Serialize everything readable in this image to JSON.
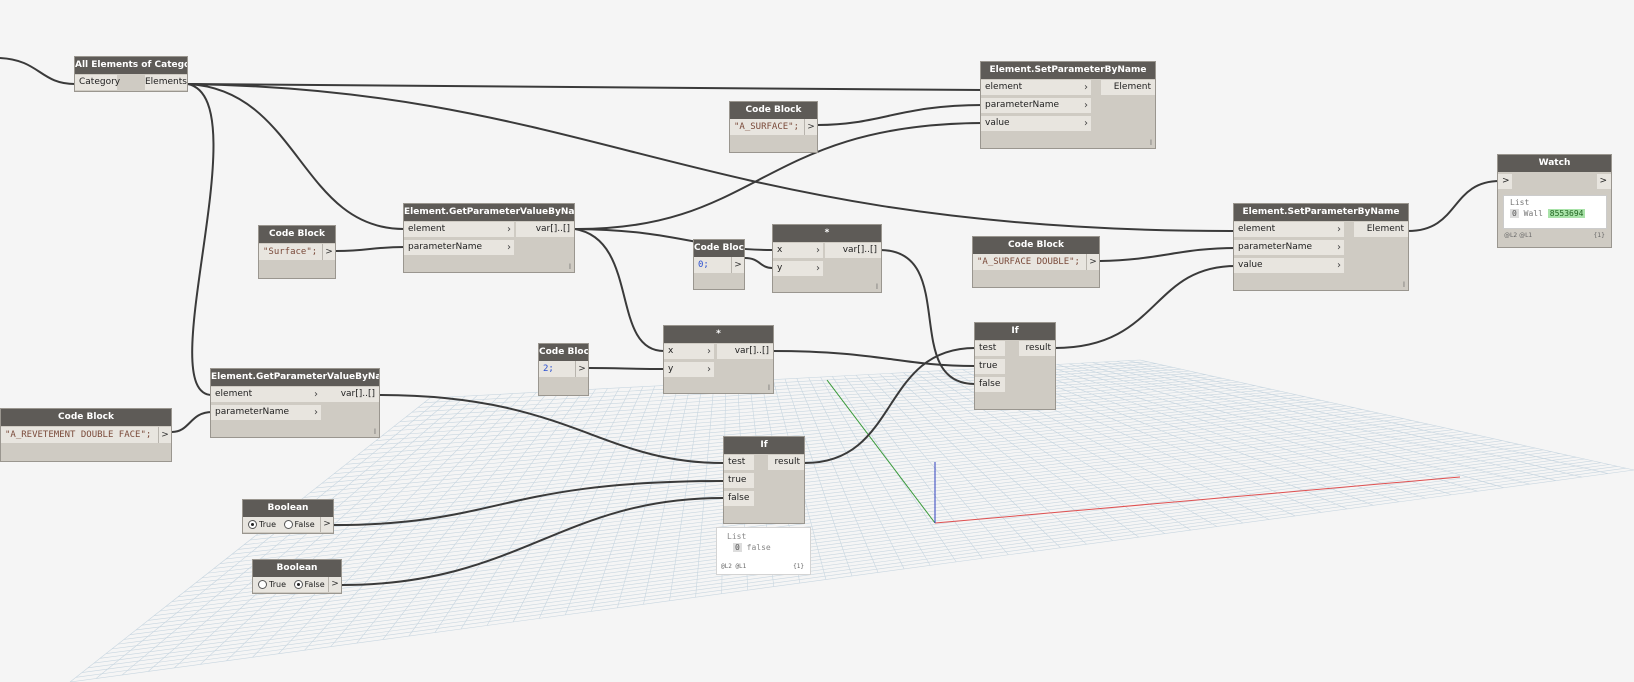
{
  "colors": {
    "canvas": "#f5f5f5",
    "node_header": "#5e5b57",
    "node_body": "#cfcbc3",
    "port": "#e8e5df",
    "wire": "#333333",
    "grid": "#c8d6e0",
    "axis_x": "#e05050",
    "axis_y": "#3a9a3a",
    "axis_z": "#3040c0",
    "element_id": "#a9e3a9"
  },
  "nodes": {
    "all_elements": {
      "title": "All Elements of Category",
      "in_category": "Category",
      "out_elements": "Elements"
    },
    "set_param_top": {
      "title": "Element.SetParameterByName",
      "in_element": "element",
      "in_paramname": "parameterName",
      "in_value": "value",
      "out": "Element",
      "lace": "l"
    },
    "code_surface": {
      "title": "Code Block",
      "code": "\"A_SURFACE\";",
      "out": ">"
    },
    "get_param_surface": {
      "title": "Element.GetParameterValueByName",
      "in_element": "element",
      "in_paramname": "parameterName",
      "out": "var[]..[]",
      "lace": "l"
    },
    "code_surface_name": {
      "title": "Code Block",
      "code": "\"Surface\";",
      "out": ">"
    },
    "code_zero": {
      "title": "Code Block",
      "code": "0;",
      "out": ">"
    },
    "multiply_top": {
      "title": "*",
      "in_x": "x",
      "in_y": "y",
      "out": "var[]..[]",
      "lace": "l"
    },
    "code_surface_double": {
      "title": "Code Block",
      "code": "\"A_SURFACE DOUBLE\";",
      "out": ">"
    },
    "set_param_right": {
      "title": "Element.SetParameterByName",
      "in_element": "element",
      "in_paramname": "parameterName",
      "in_value": "value",
      "out": "Element",
      "lace": "l"
    },
    "watch": {
      "title": "Watch",
      "in": ">",
      "out": ">",
      "list_label": "List",
      "item_index": "0",
      "item_text": "Wall",
      "item_id": "8553694",
      "footer_levels": "@L2 @L1",
      "footer_count": "{1}"
    },
    "code_two": {
      "title": "Code Block",
      "code": "2;",
      "out": ">"
    },
    "multiply_mid": {
      "title": "*",
      "in_x": "x",
      "in_y": "y",
      "out": "var[]..[]",
      "lace": "l"
    },
    "if_top": {
      "title": "If",
      "in_test": "test",
      "in_true": "true",
      "in_false": "false",
      "out": "result"
    },
    "code_revetement": {
      "title": "Code Block",
      "code": "\"A_REVETEMENT DOUBLE FACE\";",
      "out": ">"
    },
    "get_param_revetement": {
      "title": "Element.GetParameterValueByName",
      "in_element": "element",
      "in_paramname": "parameterName",
      "out": "var[]..[]",
      "lace": "l"
    },
    "if_bottom": {
      "title": "If",
      "in_test": "test",
      "in_true": "true",
      "in_false": "false",
      "out": "result",
      "preview_list": "List",
      "preview_index": "0",
      "preview_value": "false",
      "preview_levels": "@L2 @L1",
      "preview_count": "{1}"
    },
    "boolean_true": {
      "title": "Boolean",
      "opt_true": "True",
      "opt_false": "False",
      "out": ">",
      "selected": "True"
    },
    "boolean_false": {
      "title": "Boolean",
      "opt_true": "True",
      "opt_false": "False",
      "out": ">",
      "selected": "False"
    }
  }
}
